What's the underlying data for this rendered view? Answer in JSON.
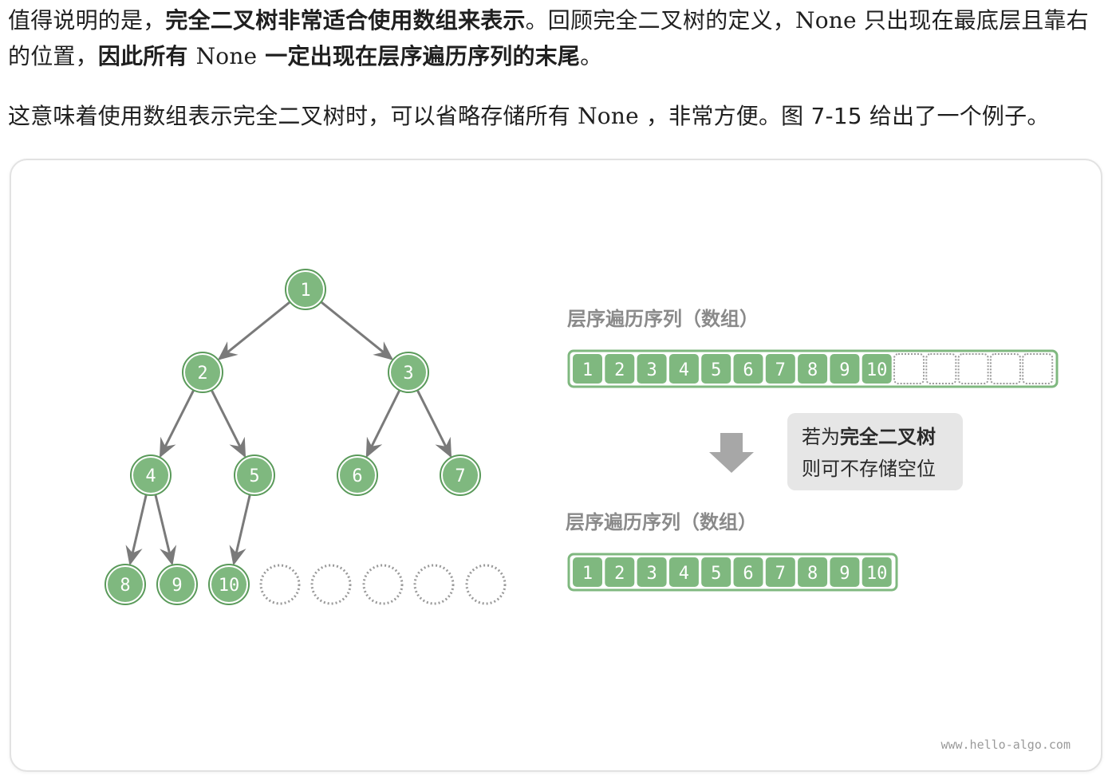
{
  "text": {
    "p1_a": "值得说明的是，",
    "p1_b": "完全二叉树非常适合使用数组来表示",
    "p1_c": "。回顾完全二叉树的定义，",
    "p1_none": "None",
    "p1_d": " 只出现在最底层且靠右的位置，",
    "p1_e": "因此所有 ",
    "p1_none2": "None",
    "p1_f": " 一定出现在层序遍历序列的末尾",
    "p1_g": "。",
    "p2_a": "这意味着使用数组表示完全二叉树时，可以省略存储所有 ",
    "p2_none": "None",
    "p2_b": " ，非常方便。图 7-15 给出了一个例子。"
  },
  "figure": {
    "tree_nodes": [
      "1",
      "2",
      "3",
      "4",
      "5",
      "6",
      "7",
      "8",
      "9",
      "10"
    ],
    "empty_slots": 5,
    "array_title_top": "层序遍历序列（数组）",
    "array_title_bottom": "层序遍历序列（数组）",
    "array_top": [
      "1",
      "2",
      "3",
      "4",
      "5",
      "6",
      "7",
      "8",
      "9",
      "10"
    ],
    "array_top_empty": 5,
    "array_bottom": [
      "1",
      "2",
      "3",
      "4",
      "5",
      "6",
      "7",
      "8",
      "9",
      "10"
    ],
    "note_line1_plain": "若为",
    "note_line1_bold": "完全二叉树",
    "note_line2": "则可不存储空位",
    "watermark": "www.hello-algo.com"
  },
  "colors": {
    "node_fill": "#7fb87f",
    "node_stroke": "#5a9a5a",
    "edge": "#7a7a7a",
    "empty_stroke": "#9a9a9a",
    "note_bg": "#e6e6e6",
    "arrow": "#a7a7a7"
  }
}
